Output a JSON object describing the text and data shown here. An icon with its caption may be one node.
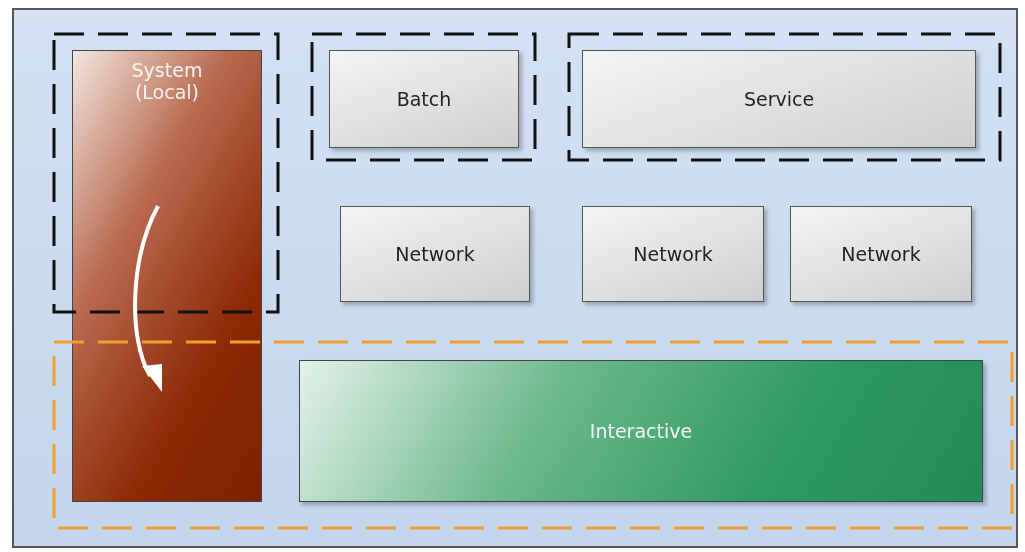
{
  "diagram": {
    "nodes": [
      {
        "text": [],
        "shape": "box"
      },
      {
        "text": [
          "System (Local)"
        ],
        "in": 0
      },
      {
        "text": [
          "Batch"
        ],
        "in": 0
      },
      {
        "text": [
          "Service"
        ],
        "in": 0
      },
      {
        "text": [
          "Network"
        ],
        "in": 0
      },
      {
        "text": [
          "Network"
        ],
        "in": 0
      },
      {
        "text": [
          "Network"
        ],
        "in": 0
      },
      {
        "text": [
          "Interactive"
        ],
        "in": 0
      }
    ]
  }
}
